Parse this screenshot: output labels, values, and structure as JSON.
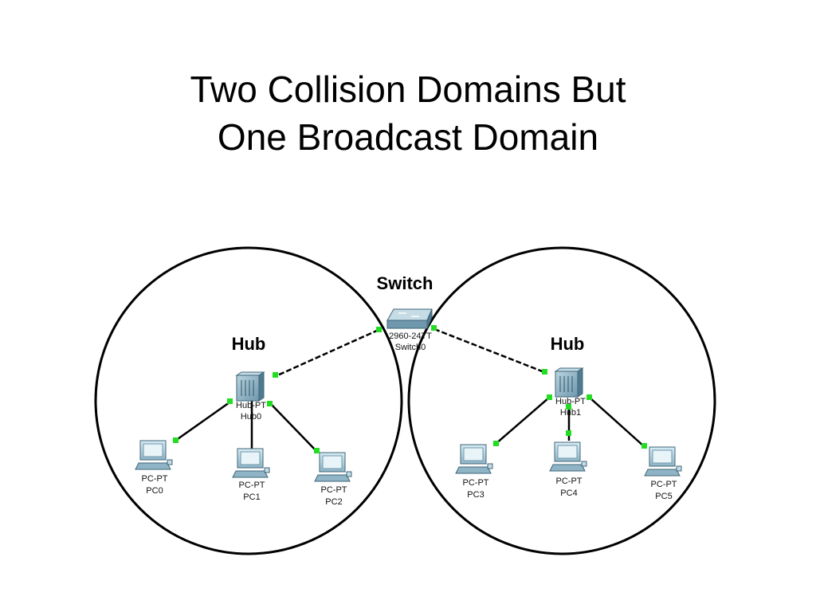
{
  "title": {
    "line1": "Two Collision Domains But",
    "line2": "One Broadcast Domain"
  },
  "labels": {
    "switch": "Switch",
    "hub_left": "Hub",
    "hub_right": "Hub"
  },
  "devices": {
    "switch": {
      "model": "2960-24TT",
      "name": "Switch0"
    },
    "hub0": {
      "model": "Hub-PT",
      "name": "Hub0"
    },
    "hub1": {
      "model": "Hub-PT",
      "name": "Hub1"
    },
    "pcs": [
      {
        "model": "PC-PT",
        "name": "PC0"
      },
      {
        "model": "PC-PT",
        "name": "PC1"
      },
      {
        "model": "PC-PT",
        "name": "PC2"
      },
      {
        "model": "PC-PT",
        "name": "PC3"
      },
      {
        "model": "PC-PT",
        "name": "PC4"
      },
      {
        "model": "PC-PT",
        "name": "PC5"
      }
    ]
  },
  "colors": {
    "link_light": "#22dd22",
    "device_blue": "#8fb4c6",
    "device_dark": "#4f7a90"
  }
}
